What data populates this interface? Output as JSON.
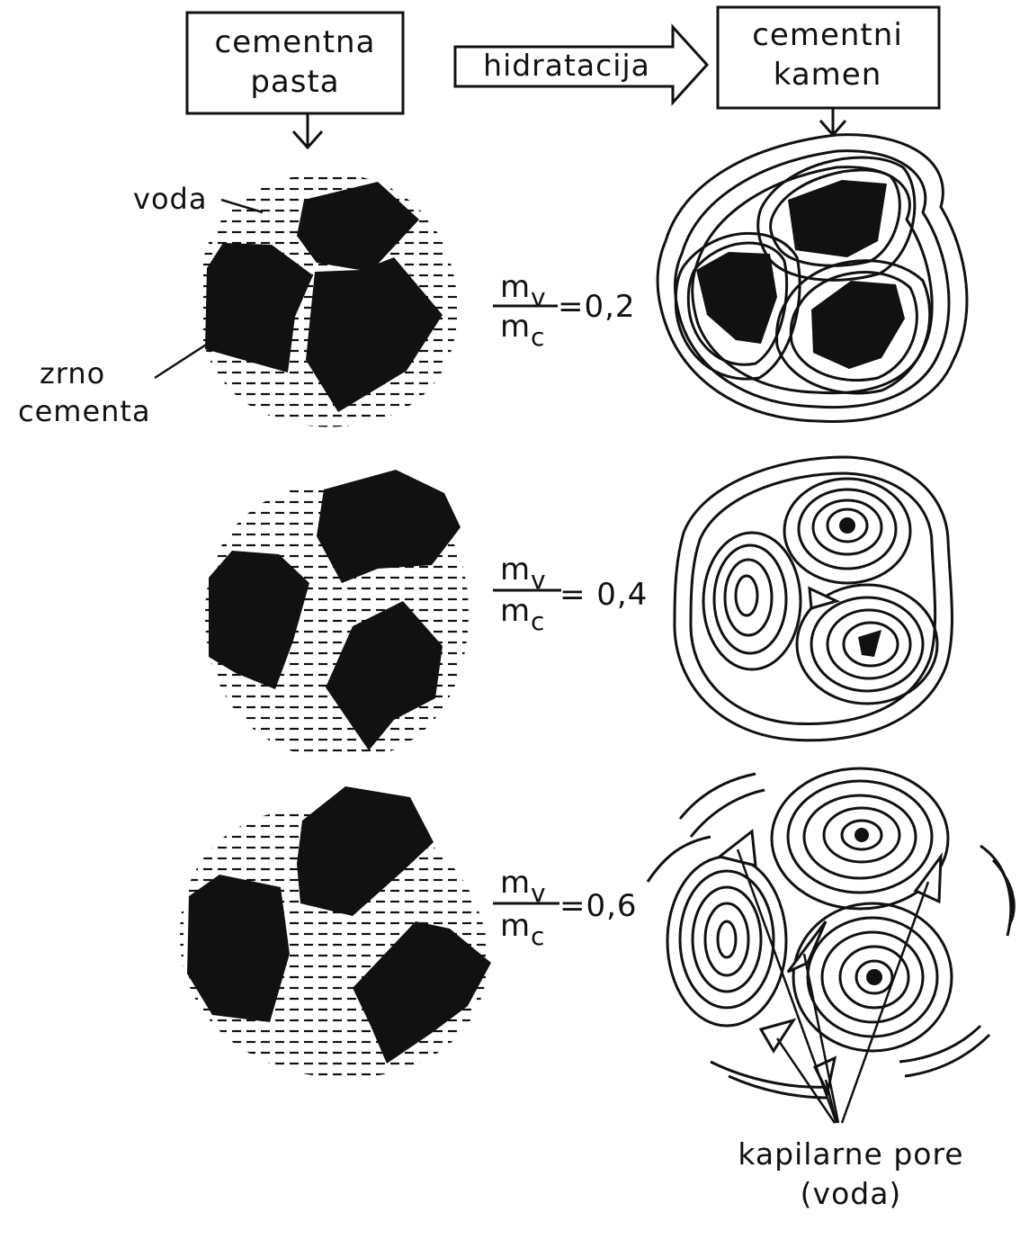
{
  "header": {
    "paste_label_line1": "cementna",
    "paste_label_line2": "pasta",
    "arrow_label": "hidratacija",
    "stone_label_line1": "cementni",
    "stone_label_line2": "kamen"
  },
  "labels": {
    "water": "voda",
    "grain_line1": "zrno",
    "grain_line2": "cementa",
    "pores_line1": "kapilarne pore",
    "pores_line2": "(voda)"
  },
  "ratio": {
    "numerator": "m",
    "numerator_sub": "v",
    "denominator": "m",
    "denominator_sub": "c"
  },
  "rows": [
    {
      "ratio_value": "=0,2"
    },
    {
      "ratio_value": "= 0,4"
    },
    {
      "ratio_value": "=0,6"
    }
  ],
  "colors": {
    "ink": "#111111",
    "paper": "#ffffff"
  }
}
